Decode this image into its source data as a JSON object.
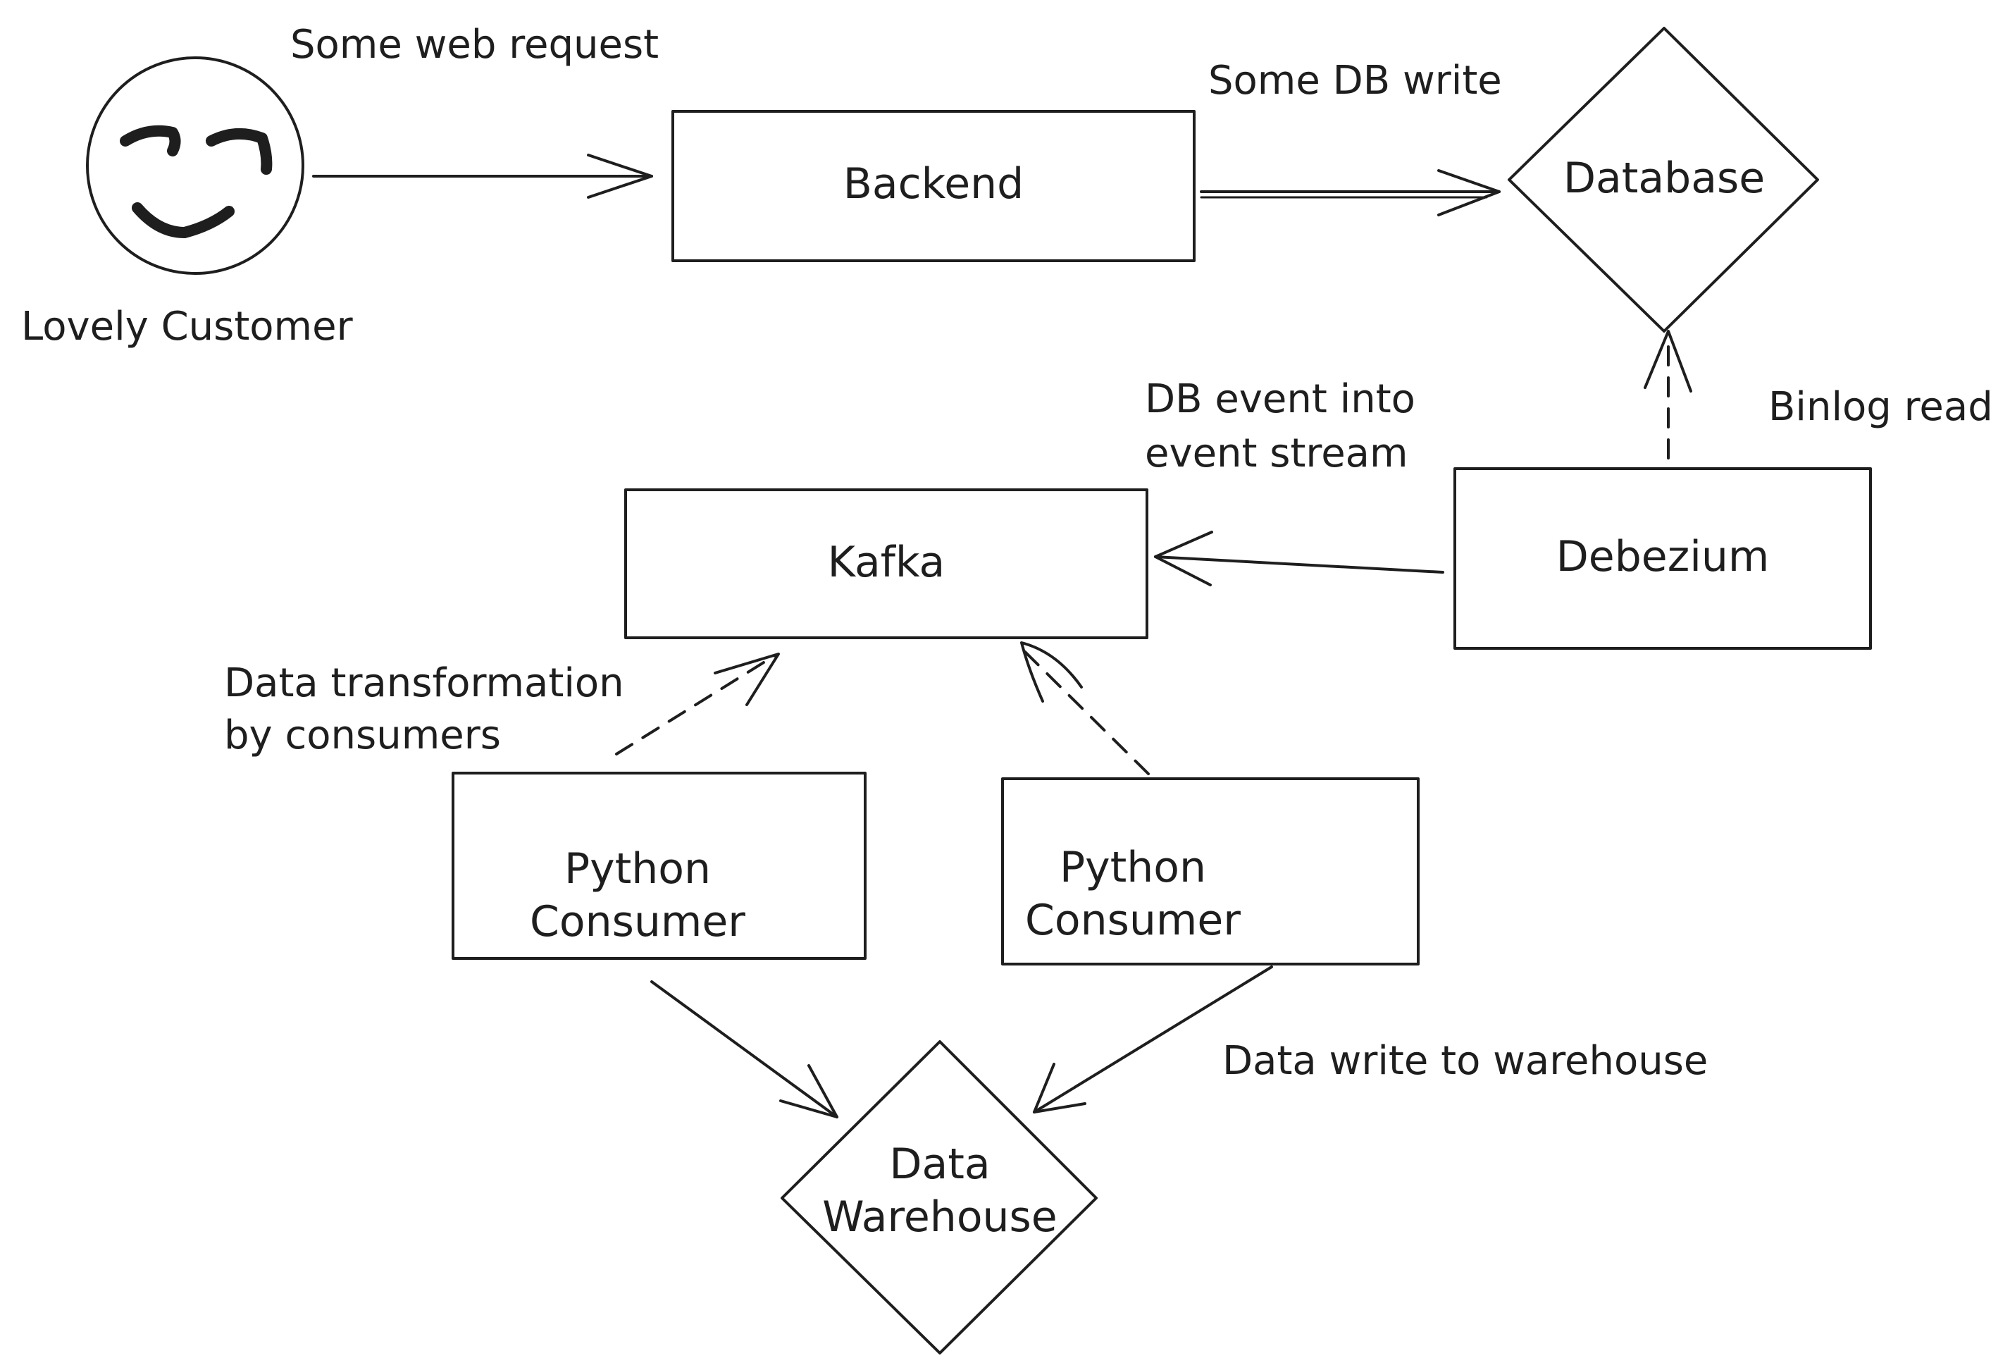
{
  "nodes": {
    "customer": {
      "label": "Lovely Customer"
    },
    "backend": {
      "label": "Backend"
    },
    "database": {
      "label": "Database"
    },
    "debezium": {
      "label": "Debezium"
    },
    "kafka": {
      "label": "Kafka"
    },
    "consumer_left": {
      "lines": [
        "Python",
        "Consumer"
      ]
    },
    "consumer_right": {
      "lines": [
        "Python",
        "Consumer"
      ]
    },
    "warehouse": {
      "lines": [
        "Data",
        "Warehouse"
      ]
    }
  },
  "edge_labels": {
    "web_request": "Some web request",
    "db_write": "Some DB write",
    "binlog_read": "Binlog read",
    "db_event": [
      "DB event into",
      "event stream"
    ],
    "transformation": [
      "Data transformation",
      "by consumers"
    ],
    "warehouse_write": "Data write to warehouse"
  },
  "colors": {
    "stroke": "#1e1e1e",
    "background": "#ffffff"
  }
}
